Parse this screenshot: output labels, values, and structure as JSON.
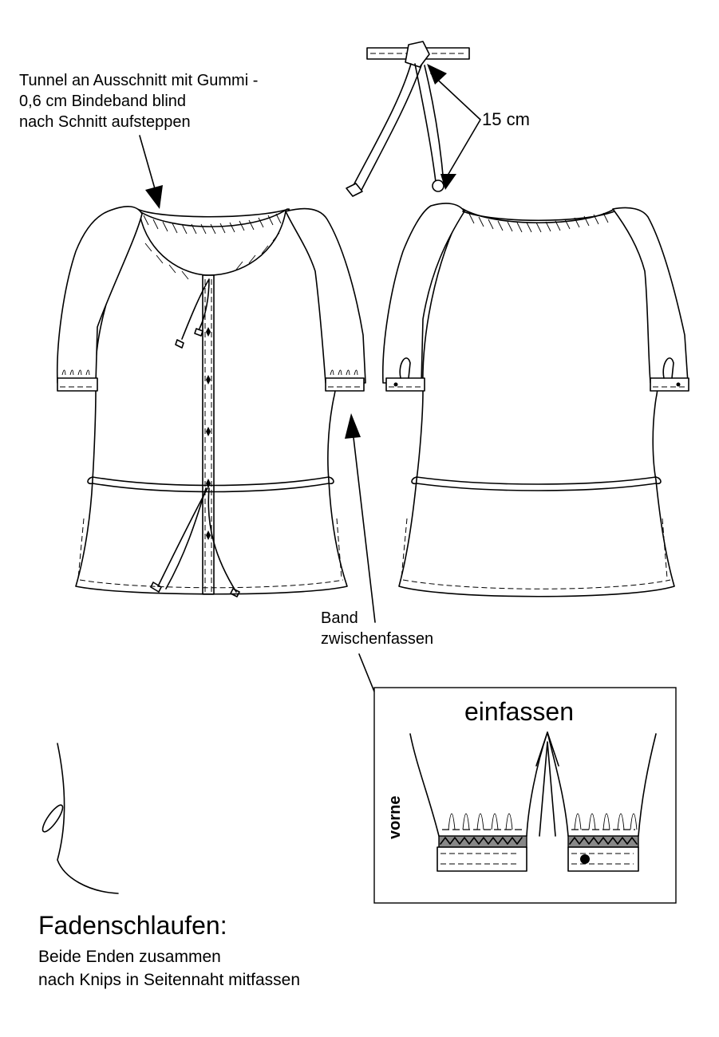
{
  "labels": {
    "neckline_note": [
      "Tunnel an Ausschnitt mit Gummi -",
      "0,6 cm Bindeband blind",
      "nach Schnitt aufsteppen"
    ],
    "tie_length": "15 cm",
    "band_note": [
      "Band",
      "zwischenfassen"
    ],
    "detail_title": "einfassen",
    "detail_side": "vorne",
    "loops_title": "Fadenschlaufen:",
    "loops_note": [
      "Beide Enden zusammen",
      "nach Knips in Seitennaht mitfassen"
    ]
  },
  "colors": {
    "line": "#000000",
    "background": "#ffffff",
    "binding_fill": "#888888"
  }
}
